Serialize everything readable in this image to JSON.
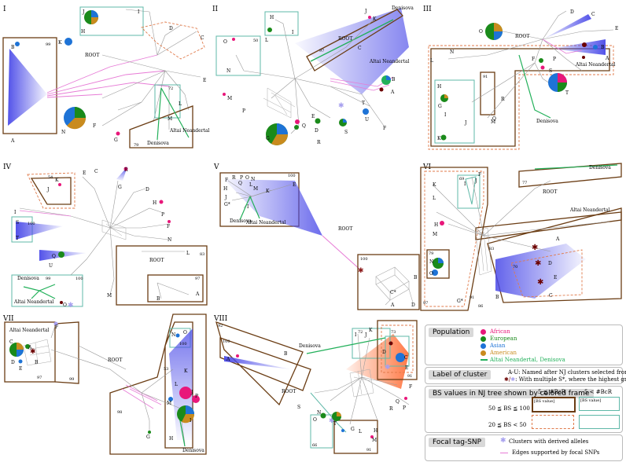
{
  "colors": {
    "african": "#e8177a",
    "european": "#1a8a1a",
    "asian": "#1e73d6",
    "american": "#c98b1e",
    "neander": "#22b05a",
    "frame_brown": "#6b3d14",
    "frame_teal": "#5fb8a8",
    "frame_dash": "#e07a4a",
    "focal": "#e77bd6",
    "fan": "#4a4ae8",
    "fan8": "#ff5a1a"
  },
  "panels": [
    {
      "roman": "I",
      "labels": {
        "A": "A",
        "B": "B",
        "C": "C",
        "D": "D",
        "E": "E",
        "F": "F",
        "G": "G",
        "H": "H",
        "I": "I",
        "J": "J",
        "K": "K",
        "L": "L",
        "M": "M",
        "N": "N",
        "root": "ROOT",
        "altai": "Altai Neandertal",
        "denisova": "Denisova",
        "bs1": "99",
        "bs2": "72",
        "bs3": "79"
      }
    },
    {
      "roman": "II",
      "labels": {
        "A": "A",
        "B": "B",
        "C": "C",
        "D": "D",
        "E": "E",
        "F": "F",
        "G": "G",
        "H": "H",
        "I": "I",
        "J": "J",
        "K": "K",
        "L": "L",
        "M": "M",
        "N": "N",
        "O": "O",
        "P": "P",
        "Q": "Q",
        "R": "R",
        "S": "S",
        "T": "T",
        "U": "U",
        "root": "ROOT",
        "altai": "Altai Neandertal",
        "denisova": "Denisova",
        "bs1": "50",
        "bs2": "97"
      }
    },
    {
      "roman": "III",
      "labels": {
        "A": "A",
        "B": "B",
        "C": "C",
        "D": "D",
        "E": "E",
        "F": "F",
        "G": "G",
        "H": "H",
        "I": "I",
        "J": "J",
        "K": "K",
        "L": "L",
        "M": "M",
        "N": "N",
        "O": "O",
        "P": "P",
        "Q": "Q",
        "R": "R",
        "S": "S",
        "T": "T",
        "root": "ROOT",
        "altai": "Altai Neandertal",
        "denisova": "Denisova",
        "bs1": "91"
      }
    },
    {
      "roman": "IV",
      "labels": {
        "A": "A",
        "B": "B",
        "C": "C",
        "D": "D",
        "E": "E",
        "F": "F",
        "G": "G",
        "H": "H",
        "I": "I",
        "J": "J",
        "K": "K",
        "L": "L",
        "M": "M",
        "N": "N",
        "O": "O",
        "P": "P",
        "Q": "Q",
        "R": "R",
        "S": "S",
        "T": "T",
        "U": "U",
        "root": "ROOT",
        "altai": "Altai Neandertal",
        "denisova": "Denisova",
        "bs1": "54",
        "bs2": "100",
        "bs3": "99",
        "bs4": "100",
        "bs5": "83",
        "bs6": "97"
      }
    },
    {
      "roman": "V",
      "labels": {
        "A": "A",
        "B": "B",
        "C": "C*",
        "D": "D",
        "E": "E",
        "F": "F",
        "G": "G*",
        "H": "H",
        "I": "I",
        "J": "J",
        "K": "K",
        "L": "L",
        "M": "M",
        "N": "N",
        "O": "O",
        "P": "P",
        "Q": "Q",
        "R": "R",
        "root": "ROOT",
        "altai": "Altai Neandertal",
        "denisova": "Denisova",
        "bs1": "100",
        "bs2": "100"
      }
    },
    {
      "roman": "VI",
      "labels": {
        "A": "A",
        "B": "B",
        "C": "C",
        "D": "D",
        "E": "E",
        "F": "F",
        "G": "G*",
        "H": "H",
        "I": "I",
        "J": "J",
        "K": "K",
        "L": "L",
        "M": "M",
        "N": "N",
        "O": "O",
        "root": "ROOT",
        "altai": "Altai Neandertal",
        "denisova": "Denisova",
        "bs1": "69",
        "bs2": "77",
        "bs3": "83",
        "bs4": "79",
        "bs5": "70",
        "bs6": "97",
        "bs7": "91",
        "bs8": "86"
      }
    },
    {
      "roman": "VII",
      "labels": {
        "A": "A",
        "B": "B",
        "C": "C",
        "D": "D",
        "E": "E",
        "F": "F",
        "G": "G",
        "H": "H",
        "I": "I",
        "J": "J",
        "K": "K",
        "L": "L",
        "M": "M",
        "N": "N",
        "O": "O",
        "P": "P",
        "root": "ROOT",
        "altai": "Altai Neandertal",
        "denisova": "Denisova",
        "bs1": "97",
        "bs2": "99",
        "bs3": "98",
        "bs4": "53",
        "bs5": "100"
      }
    },
    {
      "roman": "VIII",
      "labels": {
        "A": "A",
        "B": "B",
        "C": "C",
        "D": "D",
        "E": "E",
        "F": "F",
        "G": "G",
        "H": "H",
        "I": "I",
        "J": "J",
        "K": "K",
        "L": "L",
        "M": "M",
        "N": "N",
        "O": "O",
        "P": "P",
        "Q": "Q",
        "R": "R",
        "S": "S",
        "T": "T",
        "root": "ROOT",
        "denisova": "Denisova",
        "bs1": "92",
        "bs2": "100",
        "bs3": "72",
        "bs4": "73",
        "bs5": "66",
        "bs6": "91",
        "bs7": "91"
      }
    }
  ],
  "legend": {
    "population": {
      "title": "Population",
      "items": [
        {
          "label": "African",
          "color": "#e8177a"
        },
        {
          "label": "European",
          "color": "#1a8a1a"
        },
        {
          "label": "Asian",
          "color": "#1e73d6"
        },
        {
          "label": "American",
          "color": "#c98b1e"
        },
        {
          "label": "Altai Neandertal, Denisova",
          "color": "#22b05a"
        }
      ]
    },
    "cluster": {
      "title": "Label of cluster",
      "line1": "A-U: Named after NJ clusters selected from",
      "line2": ": With multiple S*, where the highest grade (I/II)"
    },
    "bs": {
      "title": "BS values in NJ tree shown by colored frame",
      "col1": "5 ≦ #BcR",
      "col2": "5 < #BcR",
      "row1": "50 ≦ BS ≦ 100",
      "row2": "20 ≦ BS < 50",
      "cell": "[BS value]"
    },
    "focal": {
      "title": "Focal tag-SNP",
      "line1": "Clusters with derived alleles",
      "line2": "Edges supported by focal SNPs"
    }
  }
}
